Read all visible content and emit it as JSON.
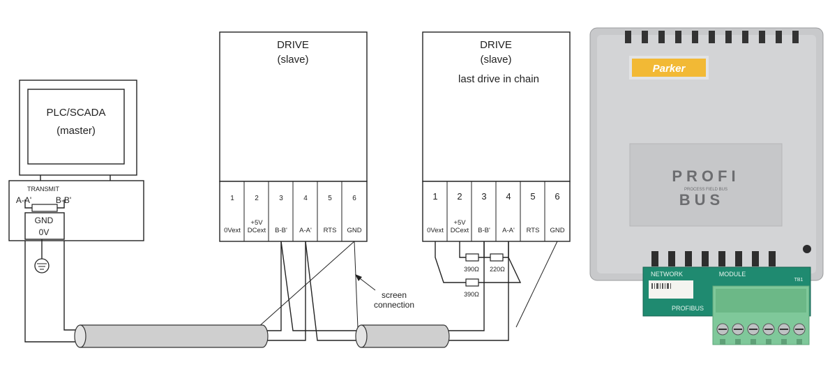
{
  "pc": {
    "title": "PLC/SCADA",
    "subtitle": "(master)",
    "transmit": "TRANSMIT",
    "a_label": "A-A'",
    "b_label": "B-B'",
    "gnd_label": "GND",
    "zero_v_label": "0V"
  },
  "drive1": {
    "title": "DRIVE",
    "subtitle": "(slave)",
    "terminals": [
      {
        "num": "1",
        "label": "0Vext"
      },
      {
        "num": "2",
        "label_top": "+5V",
        "label": "DCext"
      },
      {
        "num": "3",
        "label": "B-B'"
      },
      {
        "num": "4",
        "label": "A-A'"
      },
      {
        "num": "5",
        "label": "RTS"
      },
      {
        "num": "6",
        "label": "GND"
      }
    ]
  },
  "drive2": {
    "title": "DRIVE",
    "subtitle": "(slave)",
    "note": "last drive in chain",
    "terminals": [
      {
        "num": "1",
        "label": "0Vext"
      },
      {
        "num": "2",
        "label_top": "+5V",
        "label": "DCext"
      },
      {
        "num": "3",
        "label": "B-B'"
      },
      {
        "num": "4",
        "label": "A-A'"
      },
      {
        "num": "5",
        "label": "RTS"
      },
      {
        "num": "6",
        "label": "GND"
      }
    ],
    "resistors": [
      "390Ω",
      "220Ω",
      "390Ω"
    ]
  },
  "annotations": {
    "screen_line1": "screen",
    "screen_line2": "connection"
  },
  "module": {
    "brand": "Parker",
    "logo_top": "PROFI",
    "logo_mid": "PROCESS FIELD BUS",
    "logo_bottom": "BUS",
    "network": "NETWORK",
    "module_text": "MODULE",
    "tb_label": "TB1",
    "profibus": "PROFIBUS",
    "colors": {
      "housing": "#c8c9cb",
      "brand_yellow": "#f2b935",
      "board_green": "#1f8a70",
      "terminal_green": "#7fc89a"
    }
  }
}
